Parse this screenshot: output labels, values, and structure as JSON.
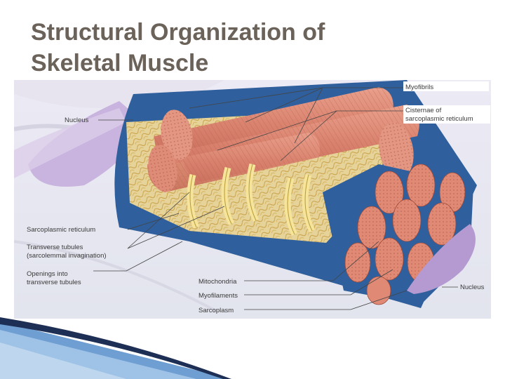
{
  "slide": {
    "title_line1": "Structural Organization of",
    "title_line2": "Skeletal Muscle"
  },
  "diagram": {
    "labels": {
      "myofibrils": "Myofibrils",
      "cisternae_1": "Cisternae of",
      "cisternae_2": "sarcoplasmic reticulum",
      "nucleus_left": "Nucleus",
      "sarcoplasmic_reticulum": "Sarcoplasmic reticulum",
      "transverse_1": "Transverse tubules",
      "transverse_2": "(sarcolemmal invagination)",
      "openings_1": "Openings into",
      "openings_2": "transverse tubules",
      "mitochondria": "Mitochondria",
      "myofilaments": "Myofilaments",
      "sarcoplasm": "Sarcoplasm",
      "nucleus_right": "Nucleus"
    }
  },
  "colors": {
    "title": "#6b625a",
    "myofibril": "#d9826e",
    "membrane": "#3f6fa8",
    "tubule": "#f2dc8a",
    "nucleus": "#b49ad0",
    "corner_accent": "#2a5b9a"
  }
}
